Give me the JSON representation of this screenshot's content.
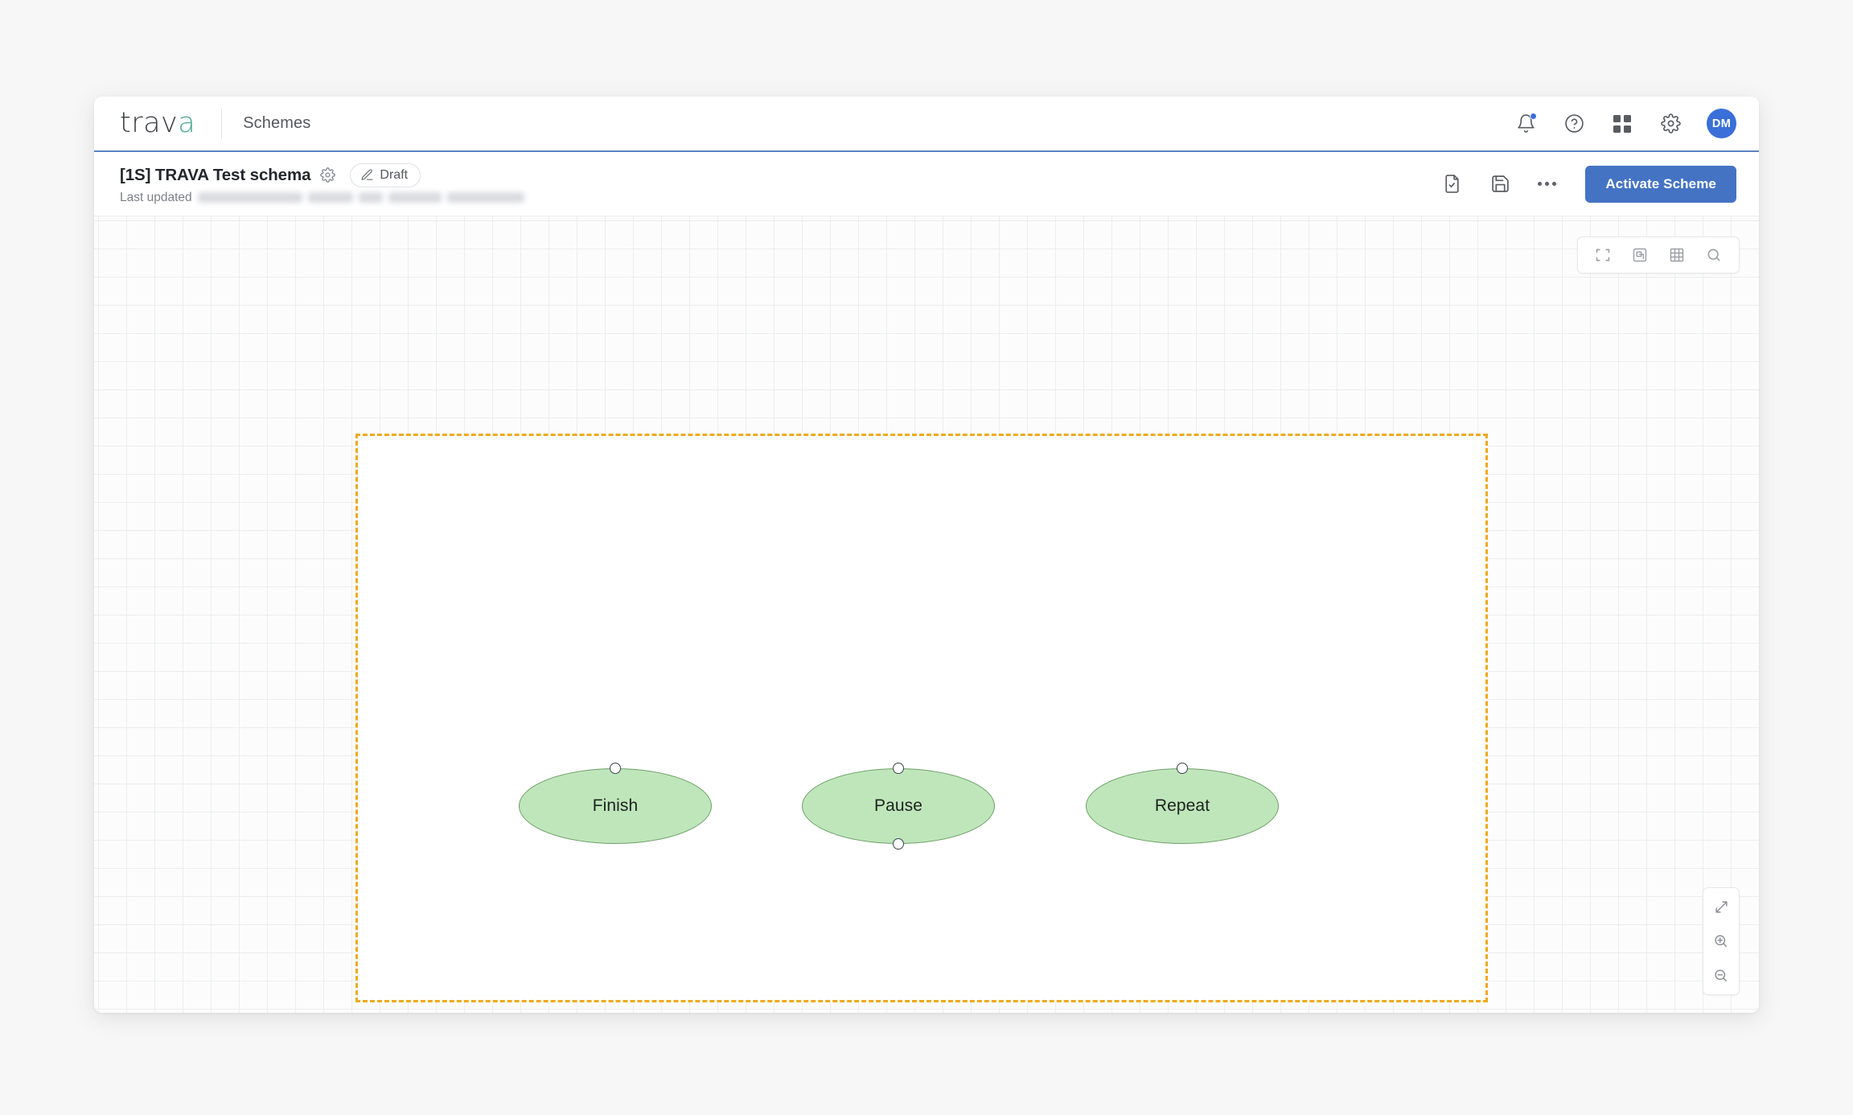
{
  "app": {
    "logo_dark": "trav",
    "logo_accent": "a",
    "page_label": "Schemes",
    "brand_teal": "#4aab95",
    "accent_blue": "#4573c4"
  },
  "topbar": {
    "icons": [
      {
        "name": "notifications-icon",
        "label": "Notifications",
        "has_badge": true
      },
      {
        "name": "help-icon",
        "label": "Help"
      },
      {
        "name": "apps-grid-icon",
        "label": "Apps"
      },
      {
        "name": "settings-gear-icon",
        "label": "Settings"
      }
    ],
    "avatar_initials": "DM"
  },
  "subheader": {
    "scheme_title": "[1S] TRAVA Test schema",
    "settings_icon": "gear-icon",
    "status_badge": {
      "label": "Draft",
      "icon": "pencil-icon"
    },
    "last_updated_label": "Last updated",
    "last_updated_value_redacted": true,
    "actions": {
      "validate_label": "Validate",
      "save_label": "Save",
      "more_label": "More options",
      "activate_label": "Activate Scheme"
    }
  },
  "canvas": {
    "toolbar": [
      {
        "name": "fit-screen-icon",
        "label": "Fit to screen"
      },
      {
        "name": "export-image-icon",
        "label": "Export image"
      },
      {
        "name": "toggle-grid-icon",
        "label": "Toggle grid"
      },
      {
        "name": "search-icon",
        "label": "Search"
      }
    ],
    "zoom_controls": [
      {
        "name": "expand-icon",
        "label": "Zoom to fit"
      },
      {
        "name": "zoom-in-icon",
        "label": "Zoom in"
      },
      {
        "name": "zoom-out-icon",
        "label": "Zoom out"
      }
    ],
    "selection": {
      "name": "multi-select-group",
      "border_color": "#edaa1e",
      "selected": true
    },
    "node_fill": "#bfe6ba",
    "node_stroke": "#6d9e68",
    "nodes": [
      {
        "id": "finish",
        "label": "Finish",
        "shape": "ellipse",
        "ports": [
          "top"
        ]
      },
      {
        "id": "pause",
        "label": "Pause",
        "shape": "ellipse",
        "ports": [
          "top",
          "bottom"
        ]
      },
      {
        "id": "repeat",
        "label": "Repeat",
        "shape": "ellipse",
        "ports": [
          "top"
        ]
      }
    ]
  }
}
